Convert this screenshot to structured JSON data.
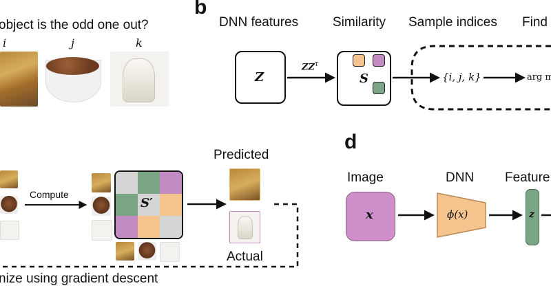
{
  "panel_a": {
    "question": "object is the odd one out?",
    "labels": [
      "i",
      "j",
      "k"
    ]
  },
  "panel_b": {
    "letter": "b",
    "headers": [
      "DNN features",
      "Similarity",
      "Sample indices",
      "Find"
    ],
    "z_symbol": "Z",
    "zzt_label": "ZZ",
    "zzt_sup": "T",
    "s_symbol": "S",
    "indices_label": "{i, j, k}",
    "argmax_label": "arg m"
  },
  "panel_c": {
    "compute_label": "Compute",
    "s_prime": "S′",
    "predicted_label": "Predicted",
    "actual_label": "Actual",
    "optimize_label": "nize using gradient descent"
  },
  "panel_d": {
    "letter": "d",
    "image_label": "Image",
    "dnn_label": "DNN",
    "feature_label": "Feature",
    "x_symbol": "x",
    "phi_symbol": "ϕ(x)",
    "z_symbol": "z"
  },
  "colors": {
    "orange": "#f6c48f",
    "green": "#7aa686",
    "purple": "#c28bc4",
    "gray": "#d5d5d5",
    "image_pink": "#cf8fca",
    "dnn_orange": "#f6c48f",
    "feature_green": "#7aa686"
  },
  "matrix_colors": [
    [
      "gray",
      "green",
      "purple"
    ],
    [
      "green",
      "gray",
      "orange"
    ],
    [
      "purple",
      "orange",
      "gray"
    ]
  ]
}
